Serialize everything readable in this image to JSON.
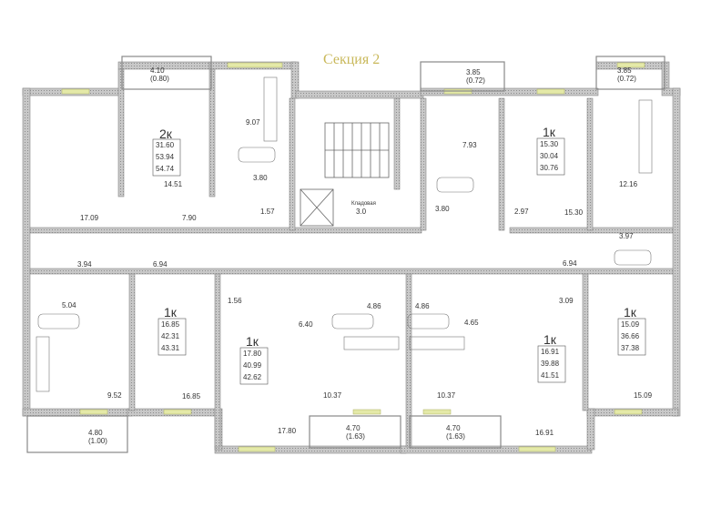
{
  "title": "Секция 2",
  "colors": {
    "wall": "#8a8a8a",
    "fill": "#b8b8b8",
    "window": "#e4e9a8",
    "title": "#c9b85a"
  },
  "apartments": [
    {
      "type": "2к",
      "areas": [
        "31.60",
        "53.94",
        "54.74"
      ]
    },
    {
      "type": "1к",
      "areas": [
        "15.30",
        "30.04",
        "30.76"
      ]
    },
    {
      "type": "1к",
      "areas": [
        "16.85",
        "42.31",
        "43.31"
      ]
    },
    {
      "type": "1к",
      "areas": [
        "17.80",
        "40.99",
        "42.62"
      ]
    },
    {
      "type": "1к",
      "areas": [
        "16.91",
        "39.88",
        "41.51"
      ]
    },
    {
      "type": "1к",
      "areas": [
        "15.09",
        "36.66",
        "37.38"
      ]
    }
  ],
  "balconies": [
    "4.10\n(0.80)",
    "3.85\n(0.72)",
    "3.85\n(0.72)",
    "4.80\n(1.00)",
    "4.70\n(1.63)",
    "4.70\n(1.63)"
  ],
  "storage": {
    "label": "Кладовая",
    "area": "3.0"
  },
  "room_labels": [
    "14.51",
    "9.07",
    "3.80",
    "1.57",
    "17.09",
    "7.90",
    "7.93",
    "3.80",
    "2.97",
    "15.30",
    "12.16",
    "3.97",
    "3.94",
    "6.94",
    "6.94",
    "5.04",
    "9.52",
    "16.85",
    "1.56",
    "6.40",
    "4.86",
    "10.37",
    "17.80",
    "4.86",
    "4.65",
    "10.37",
    "3.09",
    "16.91",
    "15.09"
  ]
}
